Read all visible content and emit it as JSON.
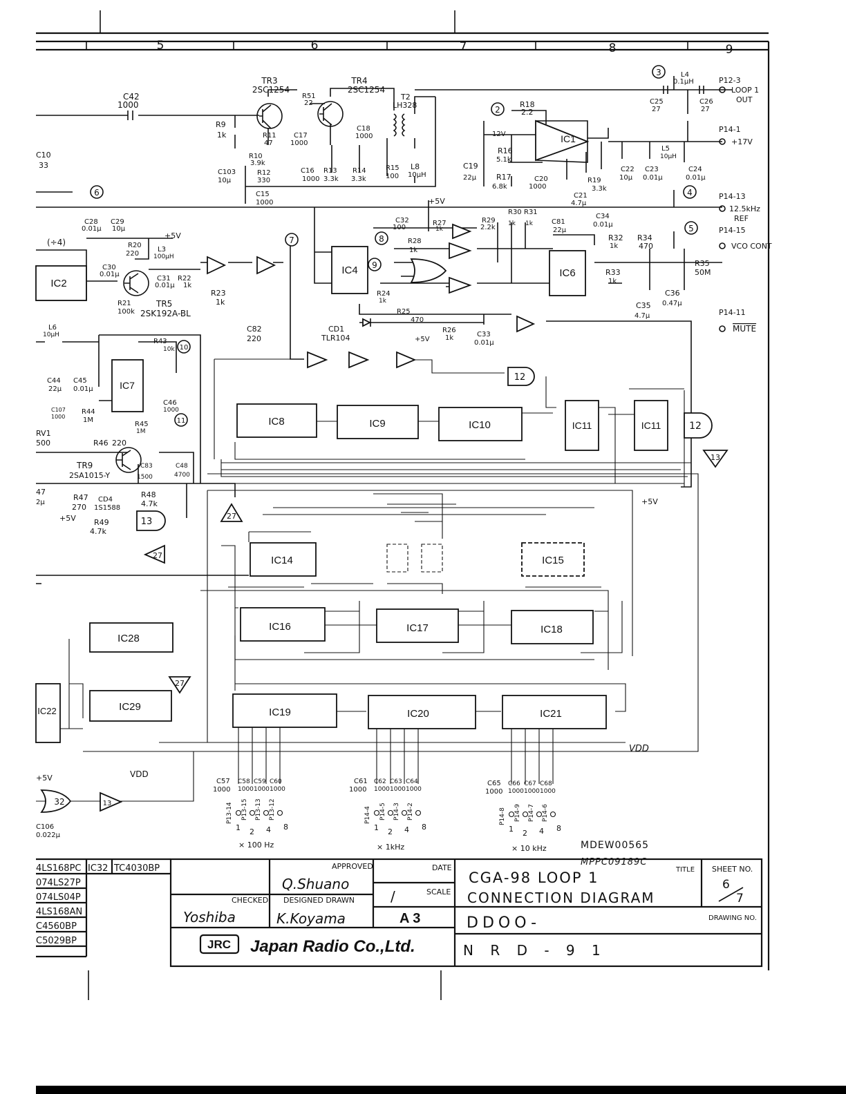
{
  "grid_columns": [
    "5",
    "6",
    "7",
    "8",
    "9"
  ],
  "components": {
    "transistors": [
      {
        "ref": "TR3",
        "part": "2SC1254"
      },
      {
        "ref": "TR4",
        "part": "2SC1254"
      },
      {
        "ref": "TR5",
        "part": "2SK192A-BL"
      },
      {
        "ref": "TR9",
        "part": "2SA1015-Y"
      }
    ],
    "transformer": {
      "ref": "T2",
      "part": "LH328"
    },
    "top_values": {
      "c42": "C42",
      "c42v": "1000",
      "r51": "R51",
      "r51v": "22",
      "r9": "R9",
      "r9v": "1k",
      "r11": "R11",
      "r11v": "47",
      "c17": "C17",
      "c17v": "1000",
      "r10": "R10",
      "r10v": "3.9k",
      "r12": "R12",
      "r12v": "330",
      "c16": "C16",
      "c16v": "1000",
      "r13": "R13",
      "r13v": "3.3k",
      "r14": "R14",
      "r14v": "3.3k",
      "r15": "R15",
      "r15v": "100",
      "c18": "C18",
      "c18v": "1000",
      "l8": "L8",
      "l8v": "10μH",
      "c103": "C103",
      "c103v": "10μ",
      "c15": "C15",
      "c15v": "1000",
      "c10": "C10",
      "c10v": "33",
      "r18": "R18",
      "r18v": "2.2",
      "v12": "12V",
      "r16": "R16",
      "r16v": "5.1k",
      "r17": "R17",
      "r17v": "6.8k",
      "c19": "C19",
      "c19v": "22μ",
      "c20": "C20",
      "c20v": "1000",
      "r19": "R19",
      "r19v": "3.3k",
      "c21": "C21",
      "c21v": "4.7μ",
      "l4": "L4",
      "l4v": "0.1μH",
      "c25": "C25",
      "c25v": "27",
      "c26": "C26",
      "c26v": "27",
      "l5": "L5",
      "l5v": "10μH",
      "c22": "C22",
      "c22v": "10μ",
      "c23": "C23",
      "c23v": "0.01μ",
      "c24": "C24",
      "c24v": "0.01μ"
    },
    "ic_labels": [
      "IC1",
      "IC2",
      "IC4",
      "IC6",
      "IC7",
      "IC8",
      "IC9",
      "IC10",
      "IC11",
      "IC11",
      "IC14",
      "IC15",
      "IC16",
      "IC17",
      "IC18",
      "IC19",
      "IC20",
      "IC21",
      "IC22",
      "IC28",
      "IC29"
    ],
    "mid_values": {
      "c28": "C28",
      "c28v": "0.01μ",
      "c29": "C29",
      "c29v": "10μ",
      "r20": "R20",
      "r20v": "220",
      "l3": "L3",
      "l3v": "100μH",
      "c30": "C30",
      "c30v": "0.01μ",
      "c31": "C31",
      "c31v": "0.01μ",
      "r22": "R22",
      "r22v": "1k",
      "r23": "R23",
      "r23v": "1k",
      "r21": "R21",
      "r21v": "100k",
      "div4": "(÷4)",
      "c32": "C32",
      "c32v": "100",
      "r27": "R27",
      "r27v": "1k",
      "r28": "R28",
      "r28v": "1k",
      "r29": "R29",
      "r29v": "2.2k",
      "r30": "R30",
      "r31": "R31",
      "r30v": "1k",
      "r31v": "1k",
      "c81": "C81",
      "c81v": "22μ",
      "c34": "C34",
      "c34v": "0.01μ",
      "r32": "R32",
      "r32v": "1k",
      "r34": "R34",
      "r34v": "470",
      "r33": "R33",
      "r33v": "1k",
      "r35": "R35",
      "r35v": "50M",
      "c35": "C35",
      "c35v": "4.7μ",
      "c36": "C36",
      "c36v": "0.47μ",
      "r24": "R24",
      "r24v": "1k",
      "r25": "R25",
      "r25v": "470",
      "r26": "R26",
      "r26v": "1k",
      "c33": "C33",
      "c33v": "0.01μ",
      "cd1": "CD1",
      "cd1v": "TLR104",
      "c82": "C82",
      "c82v": "220",
      "plus5": "+5V",
      "l6": "L6",
      "l6v": "10μH",
      "c44": "C44",
      "c44v": "22μ",
      "c45": "C45",
      "c45v": "0.01μ",
      "c107": "C107",
      "c107v": "1000",
      "r44": "R44",
      "r44v": "1M",
      "r45": "R45",
      "r45v": "1M",
      "r43": "R43",
      "r43v": "10k",
      "c46": "C46",
      "c46v": "1000",
      "rv1": "RV1",
      "rv1v": "500",
      "r46": "R46",
      "r46v": "220",
      "c83": "C83",
      "c83v": "1500",
      "c48": "C48",
      "c48v": "4700",
      "r47": "R47",
      "r47v": "270",
      "cd4": "CD4",
      "cd4v": "1S1588",
      "r48": "R48",
      "r48v": "4.7k",
      "r49": "R49",
      "r49v": "4.7k",
      "c47": "47",
      "c47v": "2μ"
    },
    "bottom_caps": {
      "c57": "C57",
      "c58": "C58",
      "c59": "C59",
      "c60": "C60",
      "c61": "C61",
      "c62": "C62",
      "c63": "C63",
      "c64": "C64",
      "c65": "C65",
      "c66": "C66",
      "c67": "C67",
      "c68": "C68",
      "v1000": "1000",
      "c106": "C106",
      "c106v": "0.022μ",
      "vdd": "VDD",
      "vdd2": "VDD",
      "plus5b": "+5V"
    }
  },
  "connectors": [
    {
      "pin": "P12-3",
      "label": "LOOP 1",
      "sub": "OUT"
    },
    {
      "pin": "P14-1",
      "label": "+17V",
      "sub": ""
    },
    {
      "pin": "P14-13",
      "label": "12.5kHz",
      "sub": "REF"
    },
    {
      "pin": "P14-15",
      "label": "VCO CONT",
      "sub": ""
    },
    {
      "pin": "P14-11",
      "label": "MUTE",
      "sub": ""
    }
  ],
  "markers": [
    "2",
    "3",
    "4",
    "5",
    "6",
    "7",
    "8",
    "9",
    "10",
    "11"
  ],
  "pin_groups": [
    {
      "pins": [
        "P13-14",
        "P13-15",
        "P13-13",
        "P13-12"
      ],
      "weights": [
        "1",
        "2",
        "4",
        "8"
      ],
      "caption": "× 100 Hz"
    },
    {
      "pins": [
        "P14-4",
        "P14-5",
        "P14-3",
        "P14-2"
      ],
      "weights": [
        "1",
        "2",
        "4",
        "8"
      ],
      "caption": "× 1kHz"
    },
    {
      "pins": [
        "P14-8",
        "P14-9",
        "P14-7",
        "P14-6"
      ],
      "weights": [
        "1",
        "2",
        "4",
        "8"
      ],
      "caption": "× 10 kHz"
    }
  ],
  "doc_codes": [
    "MDEW00565",
    "MPPC09189C"
  ],
  "parts_table": [
    [
      "4LS168PC",
      "IC32",
      "TC4030BP"
    ],
    [
      "074LS27P",
      "",
      ""
    ],
    [
      "074LS04P",
      "",
      ""
    ],
    [
      "4LS168AN",
      "",
      ""
    ],
    [
      "C4560BP",
      "",
      ""
    ],
    [
      "C5029BP",
      "",
      ""
    ]
  ],
  "title_block": {
    "approved_label": "APPROVED",
    "approved_sig": "Q.Shuano",
    "checked_label": "CHECKED",
    "checked_sig": "Yoshiba",
    "designed_label": "DESIGNED DRAWN",
    "designed_sig": "K.Koyama",
    "date_label": "DATE",
    "scale_label": "SCALE",
    "scale_value": "/",
    "size": "A 3",
    "title_label": "TITLE",
    "title_line1": "CGA-98 LOOP 1",
    "title_line2": "CONNECTION DIAGRAM",
    "sheet_label": "SHEET NO.",
    "sheet_num": "6",
    "sheet_total": "7",
    "drawing_label": "DRAWING NO.",
    "drawing_no": "DDOO-",
    "nrd": "N R D - 9 1",
    "company_logo": "JRC",
    "company_name": "Japan Radio Co.,Ltd."
  }
}
